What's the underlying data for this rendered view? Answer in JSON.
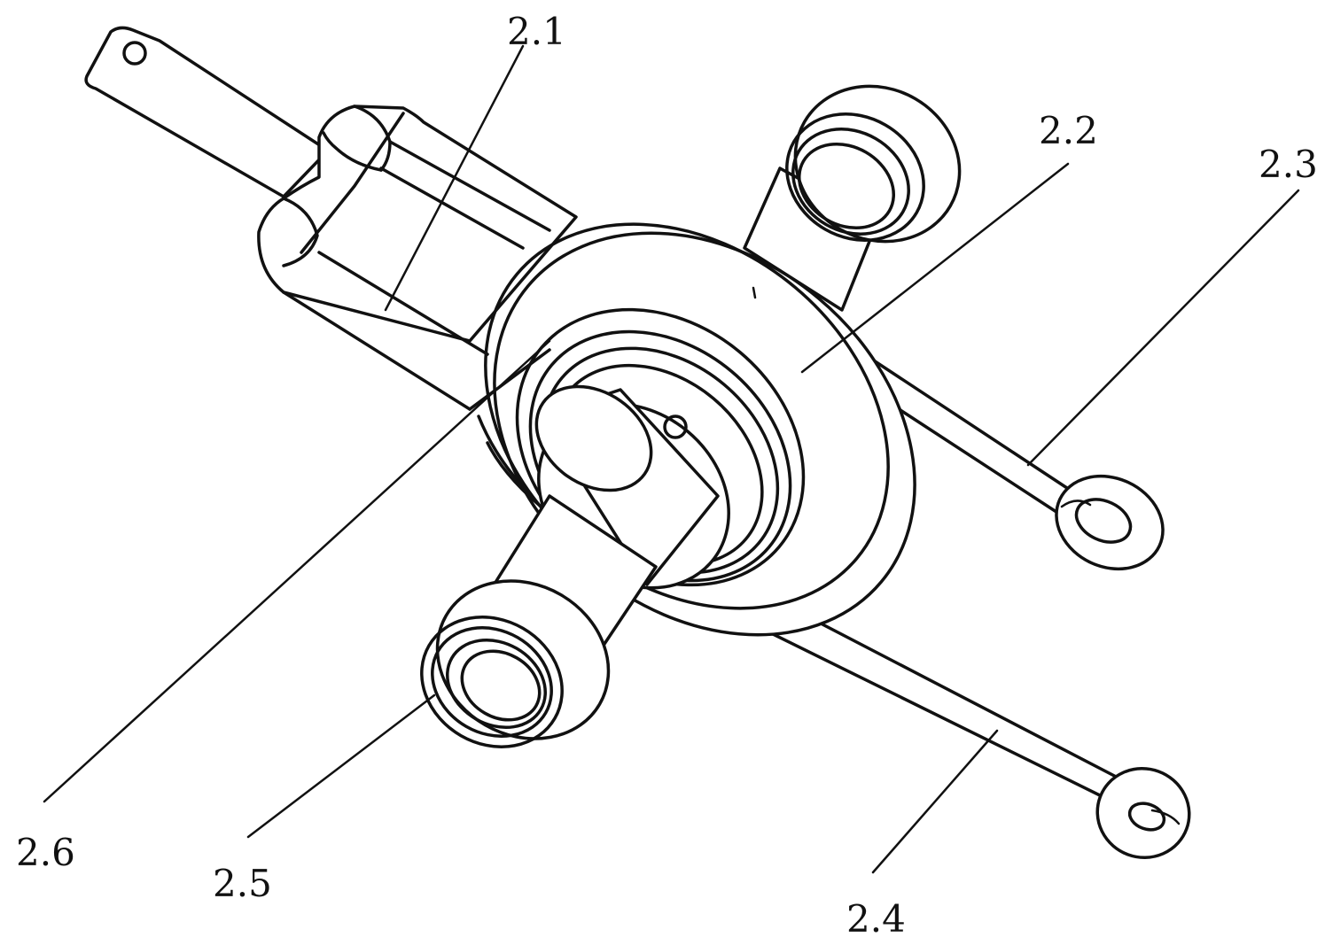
{
  "labels": {
    "l21": "2.1",
    "l22": "2.2",
    "l23": "2.3",
    "l24": "2.4",
    "l25": "2.5",
    "l26": "2.6"
  }
}
